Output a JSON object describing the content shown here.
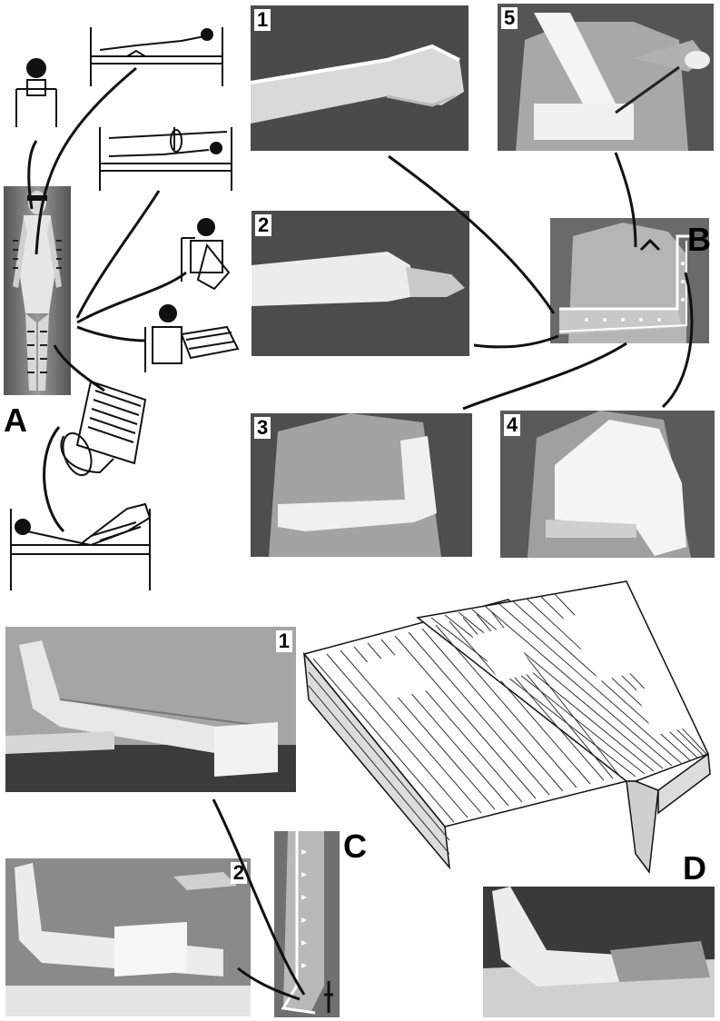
{
  "panel_labels": {
    "a": "A",
    "b": "B",
    "c": "C",
    "d": "D"
  },
  "photo_numbers": {
    "b1": "1",
    "b2": "2",
    "b3": "3",
    "b4": "4",
    "b5": "5",
    "c1": "1",
    "c2": "2"
  },
  "colors": {
    "ink": "#111111",
    "paper": "#ffffff",
    "photo_dark": "#3a3a3a",
    "photo_mid": "#8c8c8c",
    "plaster": "#f2f2f2"
  }
}
